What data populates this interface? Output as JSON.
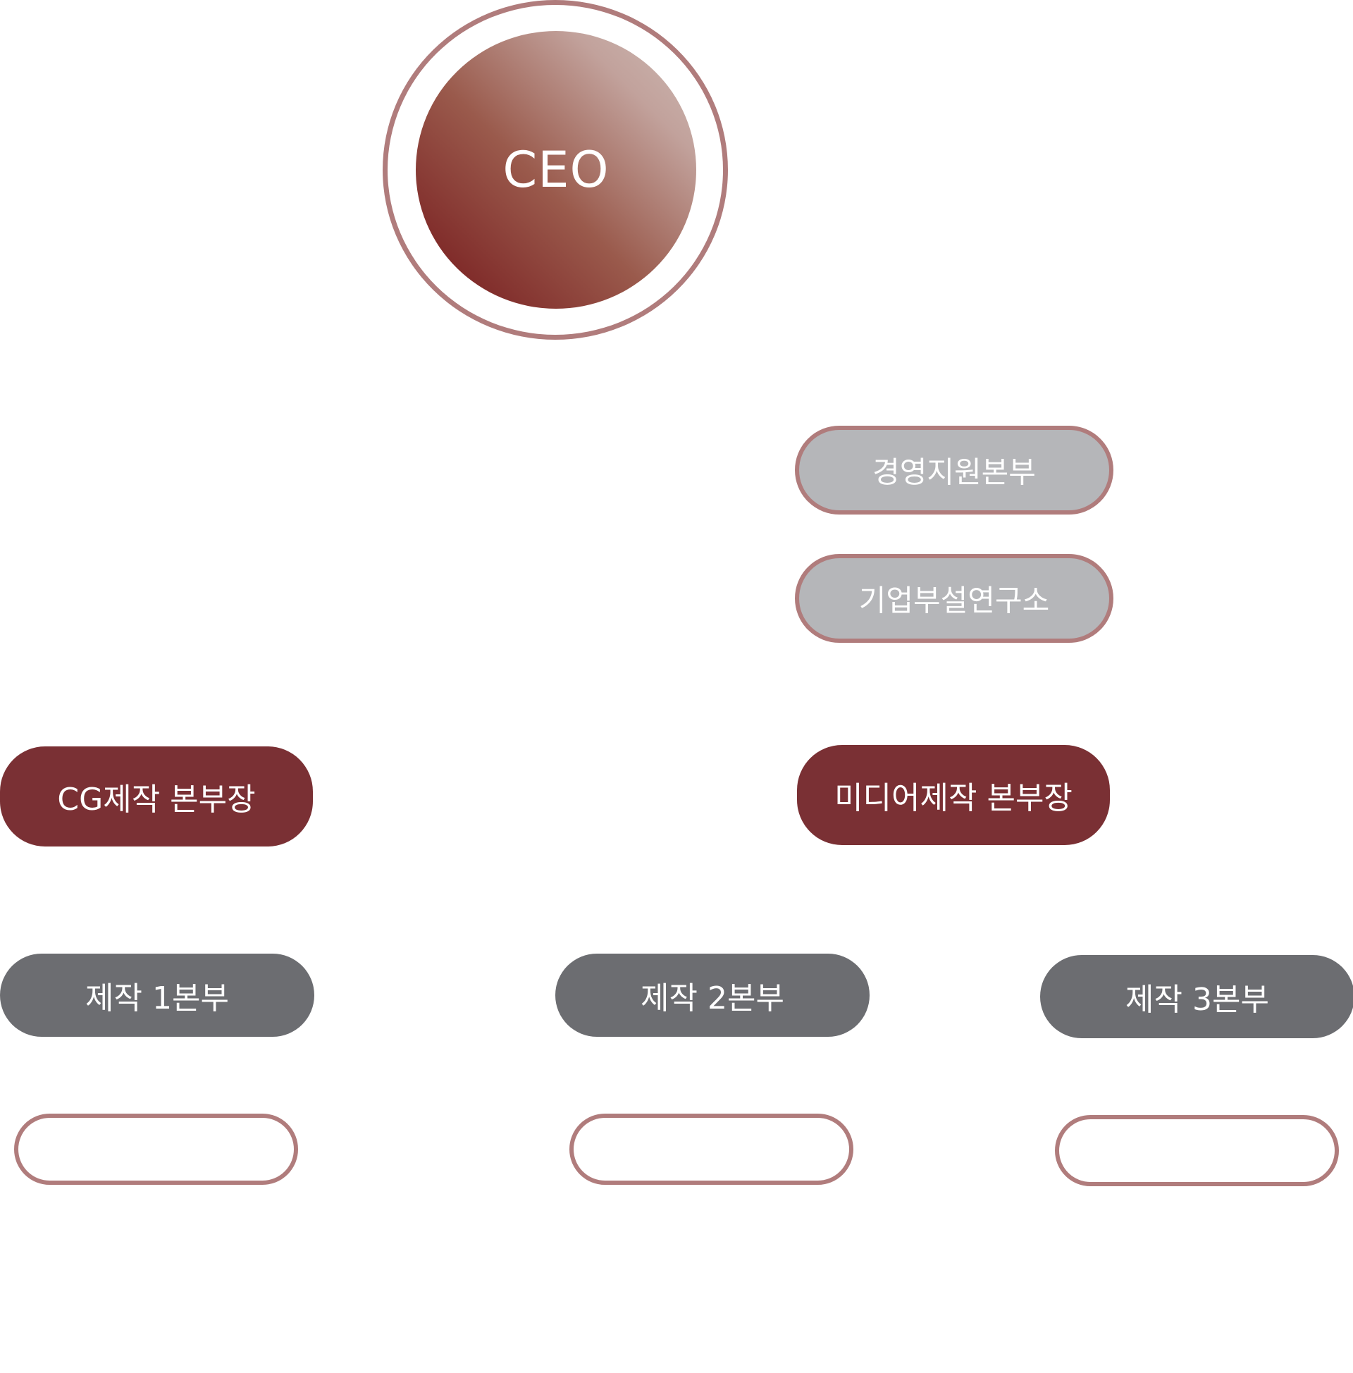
{
  "ceo": {
    "label": "CEO"
  },
  "support": {
    "management": "경영지원본부",
    "research": "기업부설연구소"
  },
  "executives": {
    "cg": "CG제작 본부장",
    "media": "미디어제작 본부장"
  },
  "divisions": {
    "d1": "제작 1본부",
    "d2": "제작 2본부",
    "d3": "제작 3본부"
  },
  "colors": {
    "outline": "#b07c7c",
    "executive": "#7a3034",
    "division": "#6c6d71",
    "support": "#b5b6b9"
  }
}
